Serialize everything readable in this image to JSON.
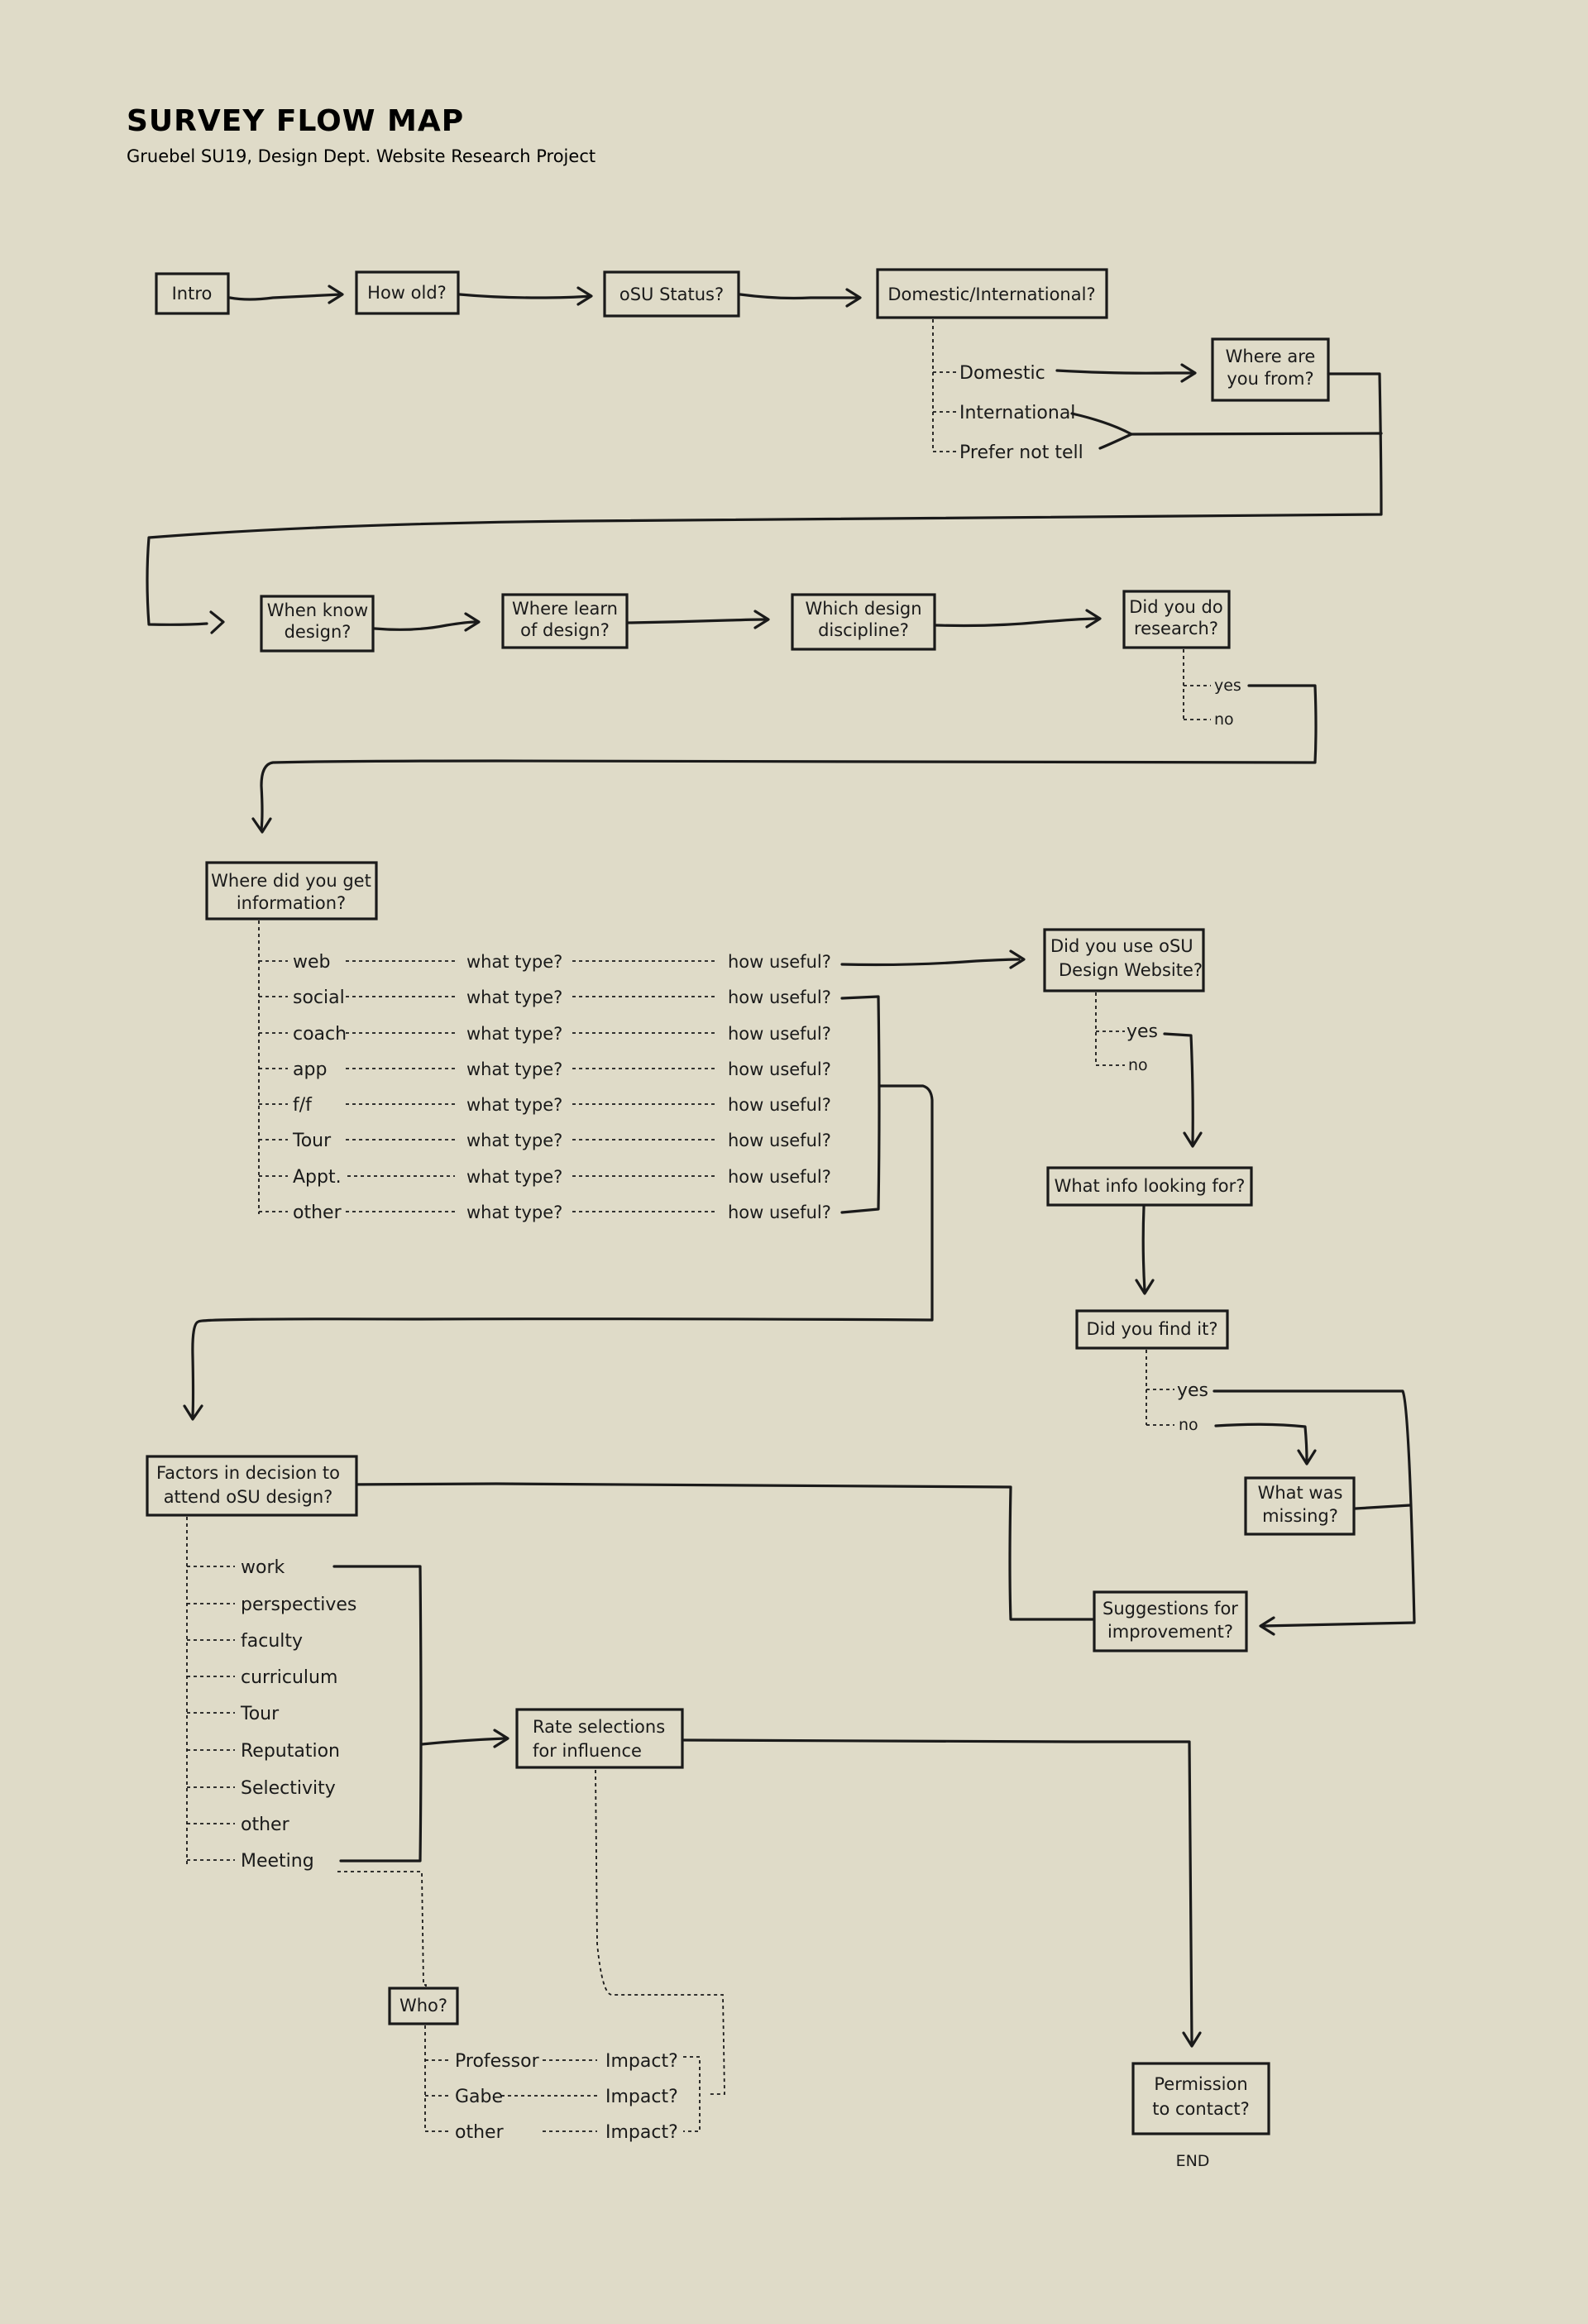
{
  "title": "SURVEY FLOW MAP",
  "subtitle": "Gruebel SU19, Design Dept. Website Research Project",
  "nodes": {
    "intro": [
      "Intro"
    ],
    "how_old": [
      "How old?"
    ],
    "osu_status": [
      "oSU Status?"
    ],
    "dom_intl": [
      "Domestic/International?"
    ],
    "where_from": [
      "Where are",
      "you from?"
    ],
    "when_know": [
      "When know",
      "design?"
    ],
    "where_learn": [
      "Where learn",
      "of design?"
    ],
    "which_disc": [
      "Which design",
      "discipline?"
    ],
    "did_research": [
      "Did you do",
      "research?"
    ],
    "where_info": [
      "Where did you get",
      "information?"
    ],
    "osu_site": [
      "Did you use oSU",
      "Design Website?"
    ],
    "what_info": [
      "What info looking for?"
    ],
    "find_it": [
      "Did you find it?"
    ],
    "what_missing": [
      "What was",
      "missing?"
    ],
    "suggestions": [
      "Suggestions for",
      "improvement?"
    ],
    "factors": [
      "Factors in decision to",
      "attend oSU design?"
    ],
    "rate": [
      "Rate selections",
      "for influence"
    ],
    "who": [
      "Who?"
    ],
    "permission": [
      "Permission",
      "to contact?"
    ]
  },
  "residency_options": [
    "Domestic",
    "International",
    "Prefer not tell"
  ],
  "research_options": [
    "yes",
    "no"
  ],
  "info_sources": [
    "web",
    "social",
    "coach",
    "app",
    "f/f",
    "Tour",
    "Appt.",
    "other"
  ],
  "source_type_label": "what type?",
  "source_useful_label": "how useful?",
  "website_options": [
    "yes",
    "no"
  ],
  "found_options": [
    "yes",
    "no"
  ],
  "factors_options": [
    "work",
    "perspectives",
    "faculty",
    "curriculum",
    "Tour",
    "Reputation",
    "Selectivity",
    "other",
    "Meeting"
  ],
  "who_options": [
    "Professor",
    "Gabe",
    "other"
  ],
  "impact_label": "Impact?",
  "end_label": "END"
}
